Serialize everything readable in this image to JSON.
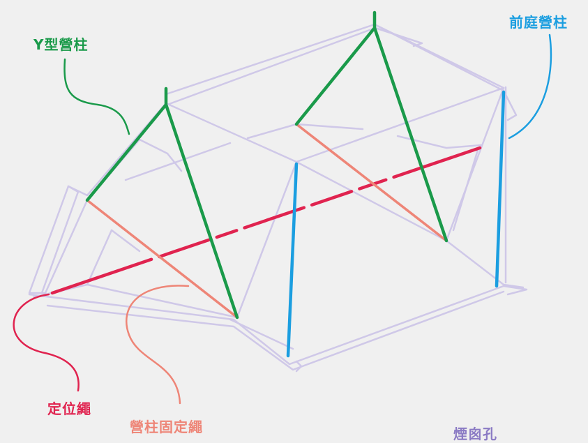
{
  "labels": {
    "y_pole": "Y型營柱",
    "front_pole": "前庭營柱",
    "guy_line": "定位繩",
    "pole_rope": "營柱固定繩",
    "chimney": "煙囪孔"
  },
  "colors": {
    "background": "#f0f0f0",
    "tent_outline": "#cfc8e8",
    "y_pole": "#1a9a4a",
    "front_pole": "#1b9ee0",
    "guy_line": "#e0234f",
    "pole_rope": "#ee8577",
    "chimney": "#8b7bc4"
  }
}
